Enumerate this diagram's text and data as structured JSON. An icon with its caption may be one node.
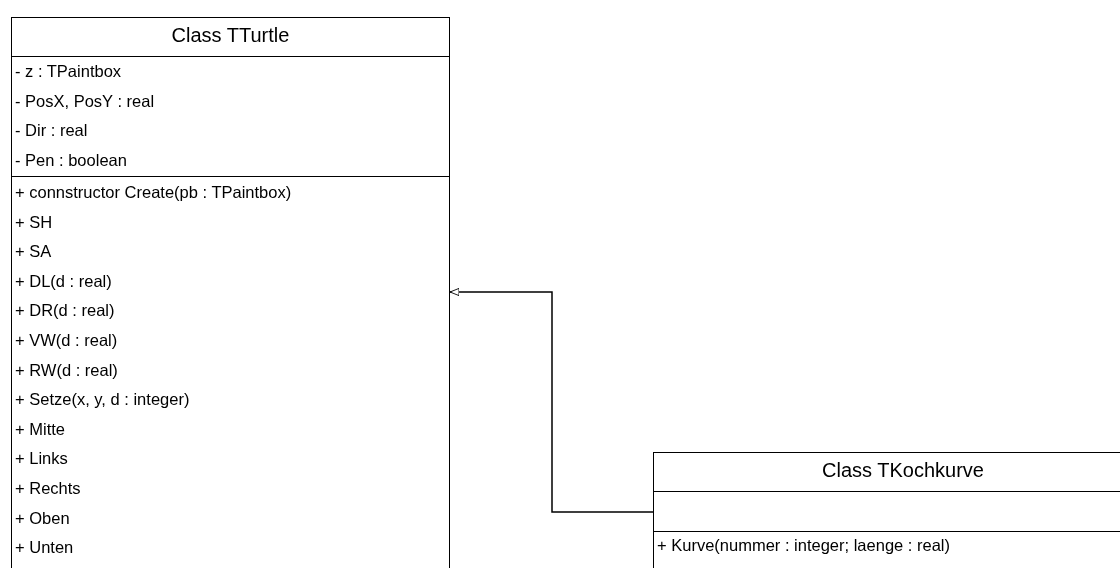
{
  "diagram": {
    "nodes": [
      {
        "text": [
          "Class TTurtle"
        ]
      },
      {
        "text": [
          "- z : TPaintbox",
          "- PosX, PosY : real",
          "- Dir : real",
          "- Pen : boolean"
        ],
        "in": 0
      },
      {
        "text": [
          "+ connstructor Create(pb : TPaintbox)",
          "+ SH",
          "+ SA",
          "+ DL(d : real)",
          "+ DR(d : real)",
          "+ VW(d : real)",
          "+ RW(d : real)",
          "+ Setze(x, y, d : integer)",
          "+ Mitte",
          "+ Links",
          "+ Rechts",
          "+ Oben",
          "+ Unten"
        ],
        "in": 0
      },
      {
        "text": [
          "Class TKochkurve"
        ]
      },
      {
        "text": [],
        "shape": "box",
        "in": 3
      },
      {
        "text": [
          "+ Kurve(nummer : integer; laenge : real)"
        ],
        "in": 3
      }
    ],
    "edges": [
      {
        "from": 3,
        "to": 0,
        "arrow": "to"
      }
    ]
  }
}
